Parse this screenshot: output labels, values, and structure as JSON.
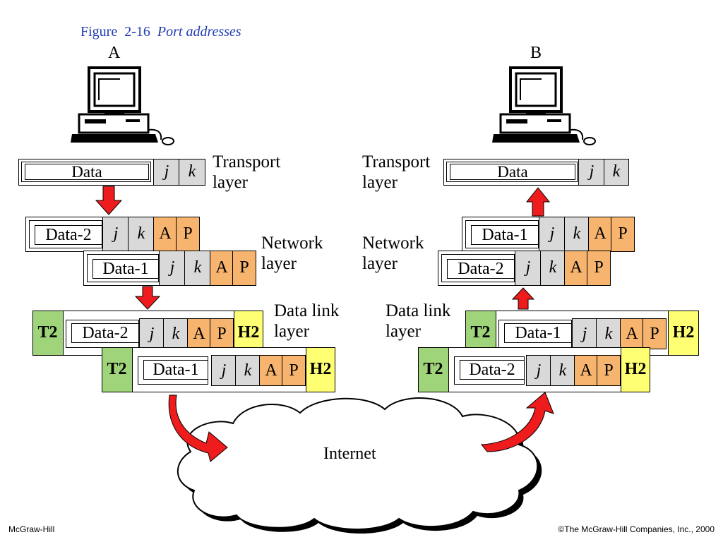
{
  "caption": {
    "prefix": "Figure  2-16",
    "title": "Port addresses"
  },
  "hosts": {
    "a": "A",
    "b": "B"
  },
  "layers": {
    "transport": [
      "Transport",
      "layer"
    ],
    "network": [
      "Network",
      "layer"
    ],
    "datalink": [
      "Data link",
      "layer"
    ]
  },
  "fields": {
    "data": "Data",
    "data1": "Data-1",
    "data2": "Data-2",
    "j": "j",
    "k": "k",
    "a": "A",
    "p": "P",
    "t2": "T2",
    "h2": "H2"
  },
  "internet": "Internet",
  "footer": {
    "left": "McGraw-Hill",
    "right": "©The McGraw-Hill Companies, Inc., 2000"
  },
  "colors": {
    "caption": "#1f3bb3",
    "port": "#d9d9d9",
    "logical": "#f7b46e",
    "trailer": "#9fd47a",
    "header": "#ffff73",
    "arrow": "#ee1c1c"
  }
}
